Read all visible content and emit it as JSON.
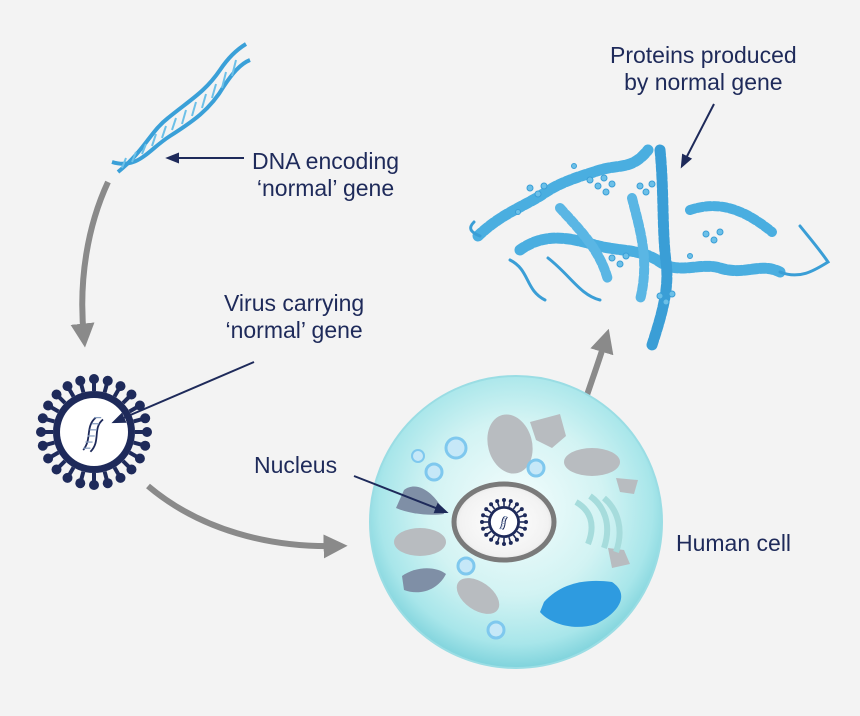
{
  "labels": {
    "dna": [
      "DNA encoding",
      "‘normal’ gene"
    ],
    "virus": [
      "Virus carrying",
      "‘normal’ gene"
    ],
    "proteins": [
      "Proteins produced",
      "by normal gene"
    ],
    "nucleus": "Nucleus",
    "cell": "Human cell"
  },
  "colors": {
    "background": "#f3f3f3",
    "navy": "#1e2a5a",
    "arrow_gray": "#8a8a8a",
    "dna_blue": "#3aa0d8",
    "protein_blue": "#4aaee0",
    "cell_teal": "#a6e6ea",
    "organelle_gray": "#b8bcc0"
  }
}
